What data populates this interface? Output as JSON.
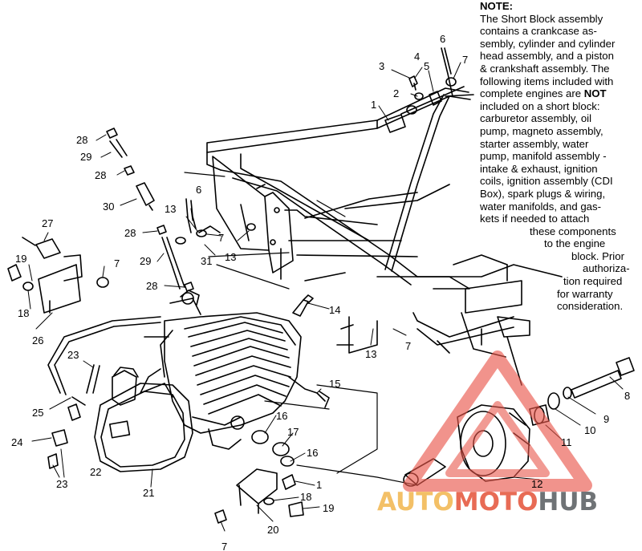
{
  "note": {
    "title": "NOTE:",
    "lines": [
      "The Short Block assembly",
      "contains a crankcase as-",
      "sembly, cylinder and cylinder",
      "head assembly, and a piston",
      "& crankshaft assembly.  The",
      "following items included with"
    ],
    "line7_pre": "complete engines are ",
    "line7_bold": "NOT",
    "lines_after": [
      "included on a short block:",
      "carburetor assembly, oil",
      "pump, magneto assembly,",
      "starter assembly, water",
      "pump, manifold assembly -",
      "intake & exhaust, ignition",
      "coils, ignition assembly (CDI",
      "Box), spark plugs & wiring,",
      "water manifolds, and gas-",
      "kets if needed to attach"
    ],
    "tail_lines": [
      "these components",
      "to the engine",
      "block.  Prior",
      "authoriza-",
      "tion required",
      "for warranty",
      "consideration."
    ]
  },
  "callouts": [
    {
      "id": "c3",
      "text": "3"
    },
    {
      "id": "c4",
      "text": "4"
    },
    {
      "id": "c6a",
      "text": "6"
    },
    {
      "id": "c5",
      "text": "5"
    },
    {
      "id": "c7a",
      "text": "7"
    },
    {
      "id": "c2",
      "text": "2"
    },
    {
      "id": "c1a",
      "text": "1"
    },
    {
      "id": "c28a",
      "text": "28"
    },
    {
      "id": "c29a",
      "text": "29"
    },
    {
      "id": "c28b",
      "text": "28"
    },
    {
      "id": "c30",
      "text": "30"
    },
    {
      "id": "c6b",
      "text": "6"
    },
    {
      "id": "c13a",
      "text": "13"
    },
    {
      "id": "c28c",
      "text": "28"
    },
    {
      "id": "c7b",
      "text": "7"
    },
    {
      "id": "c13b",
      "text": "13"
    },
    {
      "id": "c29b",
      "text": "29"
    },
    {
      "id": "c31",
      "text": "31"
    },
    {
      "id": "c27",
      "text": "27"
    },
    {
      "id": "c19a",
      "text": "19"
    },
    {
      "id": "c7c",
      "text": "7"
    },
    {
      "id": "c18a",
      "text": "18"
    },
    {
      "id": "c28d",
      "text": "28"
    },
    {
      "id": "c26",
      "text": "26"
    },
    {
      "id": "c14",
      "text": "14"
    },
    {
      "id": "c13c",
      "text": "13"
    },
    {
      "id": "c7d",
      "text": "7"
    },
    {
      "id": "c23a",
      "text": "23"
    },
    {
      "id": "c25",
      "text": "25"
    },
    {
      "id": "c15",
      "text": "15"
    },
    {
      "id": "c8",
      "text": "8"
    },
    {
      "id": "c9",
      "text": "9"
    },
    {
      "id": "c10",
      "text": "10"
    },
    {
      "id": "c11",
      "text": "11"
    },
    {
      "id": "c16a",
      "text": "16"
    },
    {
      "id": "c17",
      "text": "17"
    },
    {
      "id": "c24",
      "text": "24"
    },
    {
      "id": "c22",
      "text": "22"
    },
    {
      "id": "c16b",
      "text": "16"
    },
    {
      "id": "c23b",
      "text": "23"
    },
    {
      "id": "c21",
      "text": "21"
    },
    {
      "id": "c12",
      "text": "12"
    },
    {
      "id": "c1b",
      "text": "1"
    },
    {
      "id": "c18b",
      "text": "18"
    },
    {
      "id": "c19b",
      "text": "19"
    },
    {
      "id": "c20",
      "text": "20"
    },
    {
      "id": "c7e",
      "text": "7"
    }
  ],
  "watermark": {
    "part1": "AUTO",
    "part2": "MOTO",
    "part3": "HUB"
  },
  "colors": {
    "ink": "#000000",
    "watermark_red": "#e8554a",
    "watermark_orange": "#f3c067",
    "watermark_grey": "#6f7376"
  }
}
